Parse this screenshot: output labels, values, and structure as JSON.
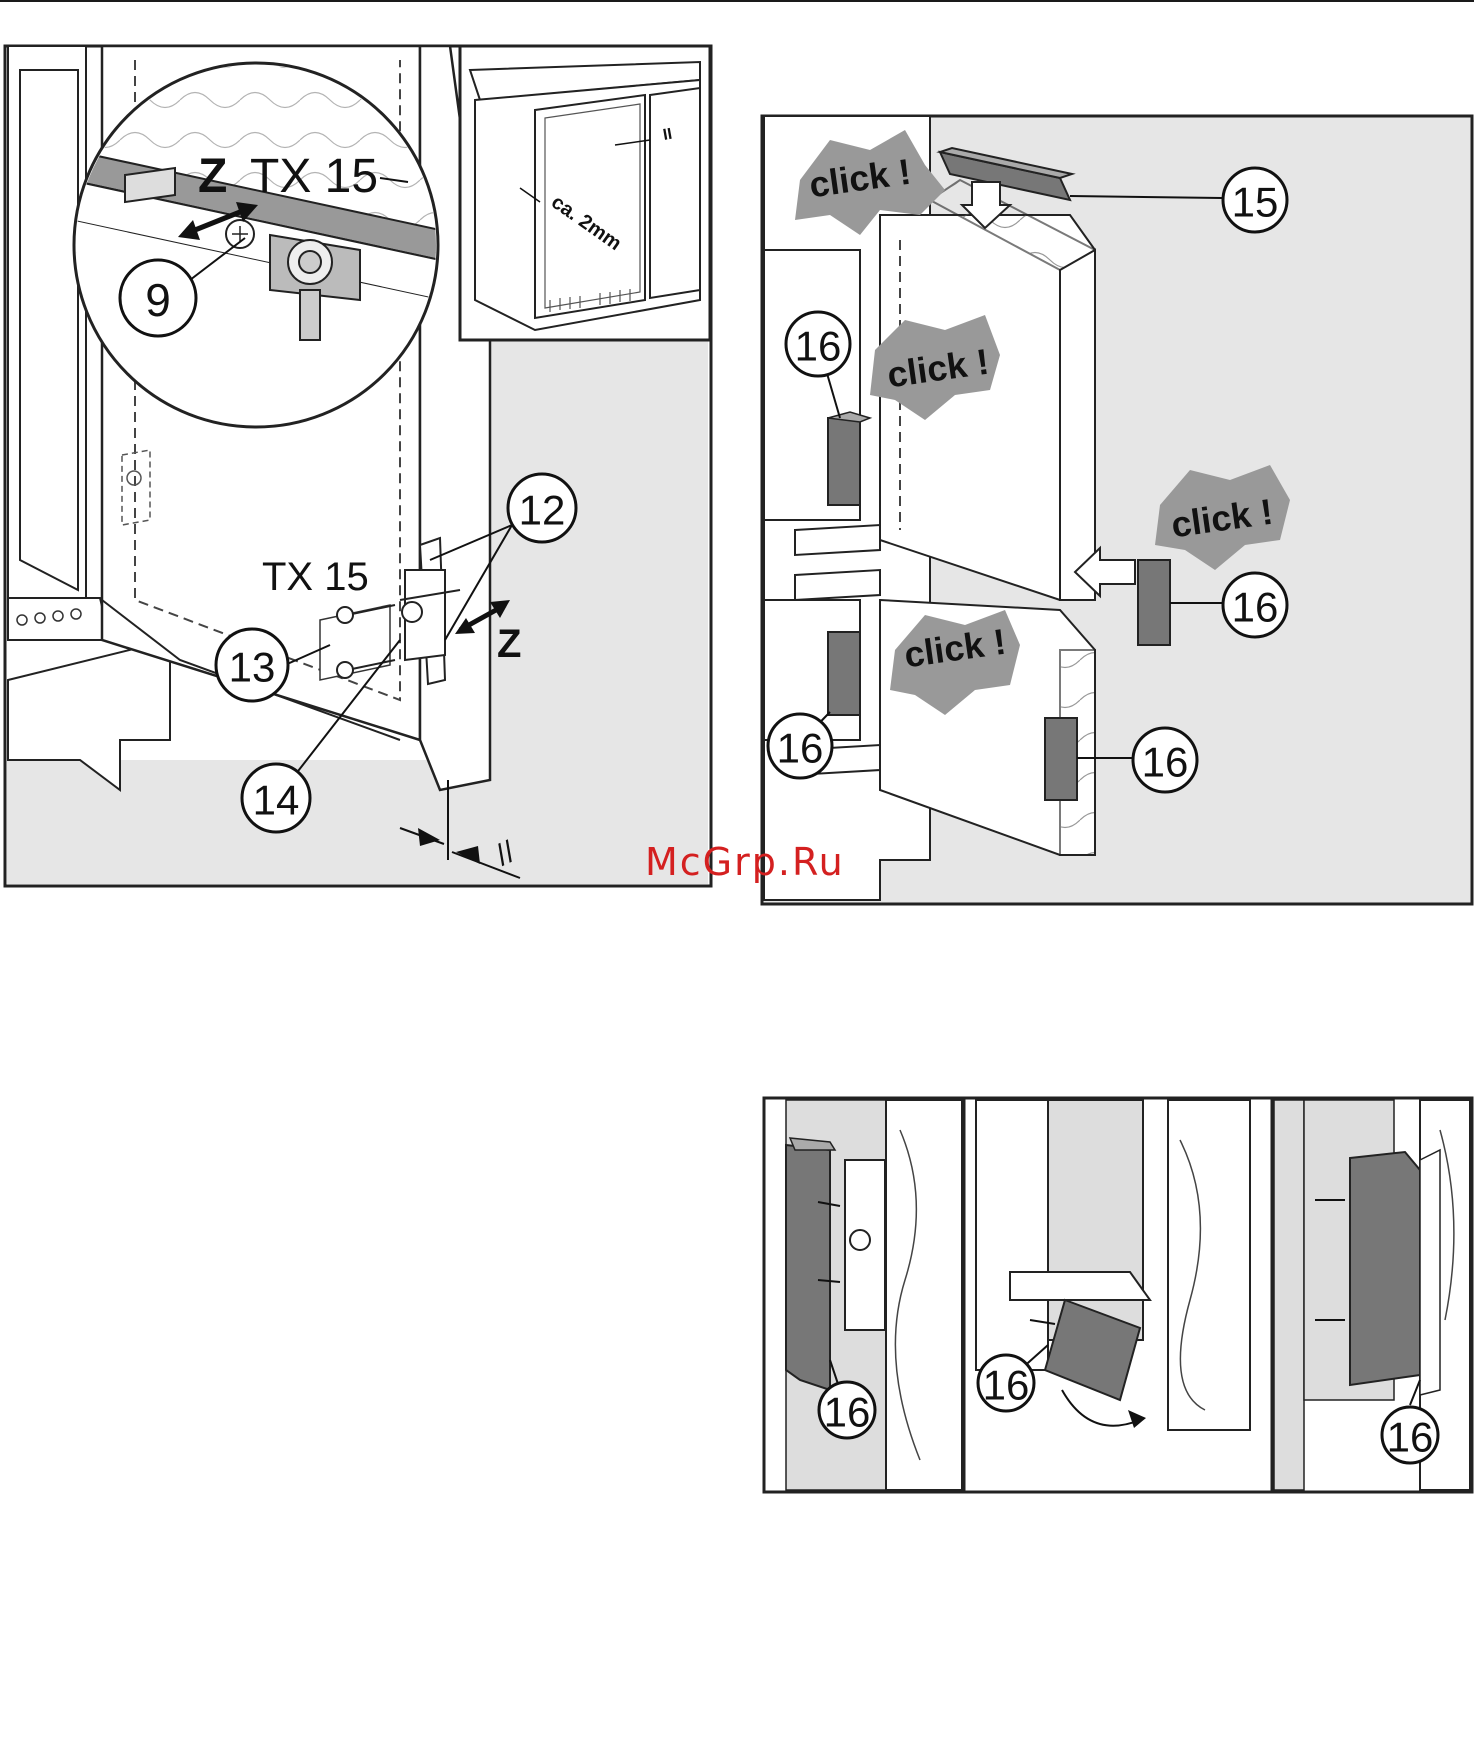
{
  "figure_a": {
    "callouts": [
      "9",
      "12",
      "13",
      "14"
    ],
    "tool_label_top": "TX 15",
    "tool_label_bottom": "TX 15",
    "axis_label_top": "Z",
    "axis_label_bottom": "Z",
    "inset_gap_label": "ca. 2mm",
    "inset_parallel_mark": "II",
    "parallel_mark": "//"
  },
  "figure_b": {
    "callouts": [
      "15",
      "16",
      "16",
      "16",
      "16"
    ],
    "click_texts": [
      "click !",
      "click !",
      "click !",
      "click !"
    ]
  },
  "figure_c": {
    "callouts": [
      "16",
      "16",
      "16"
    ]
  },
  "watermark": "McGrp.Ru"
}
